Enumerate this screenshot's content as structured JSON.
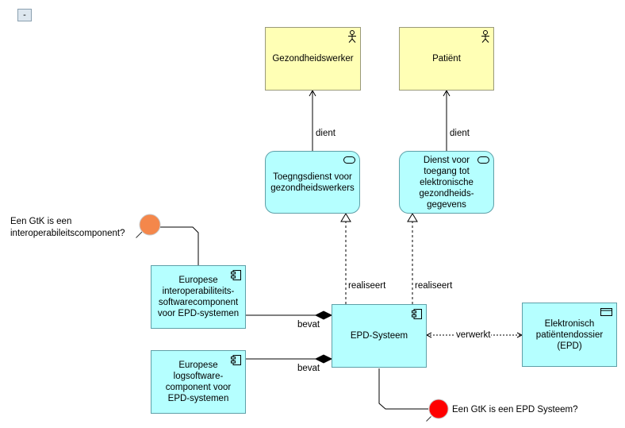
{
  "toggle": {
    "label": "-"
  },
  "actors": {
    "health_worker": "Gezondheidswerker",
    "patient": "Patiënt"
  },
  "services": {
    "access_service": "Toegngsdienst voor gezondheidswerkers",
    "ehr_service": "Dienst voor toegang tot elektronische gezondheids-gegevens"
  },
  "components": {
    "interop": "Europese interoperabiliteits-softwarecomponent voor EPD-systemen",
    "log": "Europese logsoftware-component voor EPD-systemen",
    "epd_system": "EPD-Systeem"
  },
  "data_objects": {
    "epd": "Elektronisch patiëntendossier (EPD)"
  },
  "relations": {
    "serves_1": "dient",
    "serves_2": "dient",
    "realizes_1": "realiseert",
    "realizes_2": "realiseert",
    "contains_1": "bevat",
    "contains_2": "bevat",
    "accesses": "verwerkt"
  },
  "assessments": {
    "interop_q": "Een GtK is een interoperabileitscomponent?",
    "epd_q": "Een GtK is een EPD Systeem?"
  },
  "colors": {
    "actor_fill": "#ffffb5",
    "app_fill": "#b5ffff",
    "assessment_orange": "#f4874b",
    "assessment_red": "#ff0000"
  }
}
